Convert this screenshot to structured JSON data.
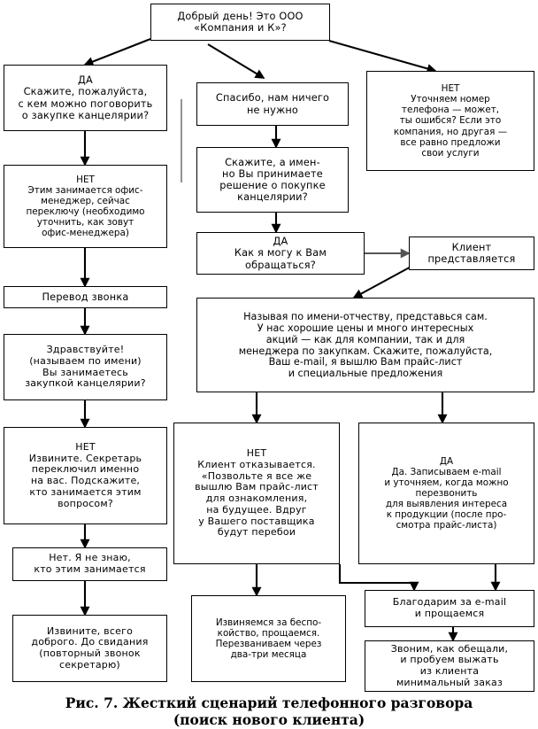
{
  "figure": {
    "caption": "Рис. 7. Жесткий сценарий телефонного разговора\n(поиск нового клиента)",
    "type": "flowchart",
    "line_color": "#000000",
    "background_color": "#ffffff"
  },
  "nodes": {
    "greeting": "Добрый день! Это ООО\n«Компания и К»?",
    "yes_who_buys": "ДА\nСкажите, пожалуйста,\nс кем можно поговорить\nо закупке канцелярии?",
    "thanks_nothing": "Спасибо, нам ничего\nне нужно",
    "no_check_number": "НЕТ\nУточняем номер\nтелефона — может,\nты ошибся? Если это\nкомпания, но другая —\nвсе равно предложи\nсвои услуги",
    "no_office_manager": "НЕТ\nЭтим занимается офис-\nменеджер, сейчас\nпереключу (необходимо\nуточнить, как зовут\nофис-менеджера)",
    "you_decide": "Скажите, а имен-\nно Вы принимаете\nрешение о покупке\nканцелярии?",
    "yes_how_address": "ДА\nКак я могу к Вам\nобращаться?",
    "client_introduces": "Клиент\nпредставляется",
    "call_transfer": "Перевод звонка",
    "hello_by_name": "Здравствуйте!\n(называем по имени)\nВы занимаетесь\nзакупкой канцелярии?",
    "pitch": "Называя по имени-отчеству, представься сам.\nУ нас хорошие цены и много интересных\nакций — как для компании, так и для\nменеджера по закупкам. Скажите, пожалуйста,\nВаш e-mail, я вышлю Вам прайс-лист\nи специальные предложения",
    "no_secretary": "НЕТ\nИзвините. Секретарь\nпереключил именно\nна вас. Подскажите,\nкто занимается этим\nвопросом?",
    "no_client_refuses": "НЕТ\nКлиент отказывается.\n«Позвольте я все же\nвышлю Вам прайс-лист\nдля ознакомления,\nна будущее. Вдруг\nу Вашего поставщика\nбудут перебои",
    "yes_record_email": "ДА\nДа. Записываем e-mail\nи уточняем, когда можно\nперезвонить\nдля выявления интереса\nк продукции (после про-\nсмотра прайс-листа)",
    "dont_know": "Нет. Я не знаю,\nкто этим занимается",
    "sorry_goodbye": "Извините, всего\nдоброго. До свидания\n(повторный звонок\nсекретарю)",
    "apologize_callback": "Извиняемся за беспо-\nкойство, прощаемся.\nПерезваниваем через\nдва-три месяца",
    "thanks_email": "Благодарим за e-mail\nи прощаемся",
    "call_as_promised": "Звоним, как обещали,\nи пробуем выжать\nиз клиента\nминимальный заказ"
  }
}
